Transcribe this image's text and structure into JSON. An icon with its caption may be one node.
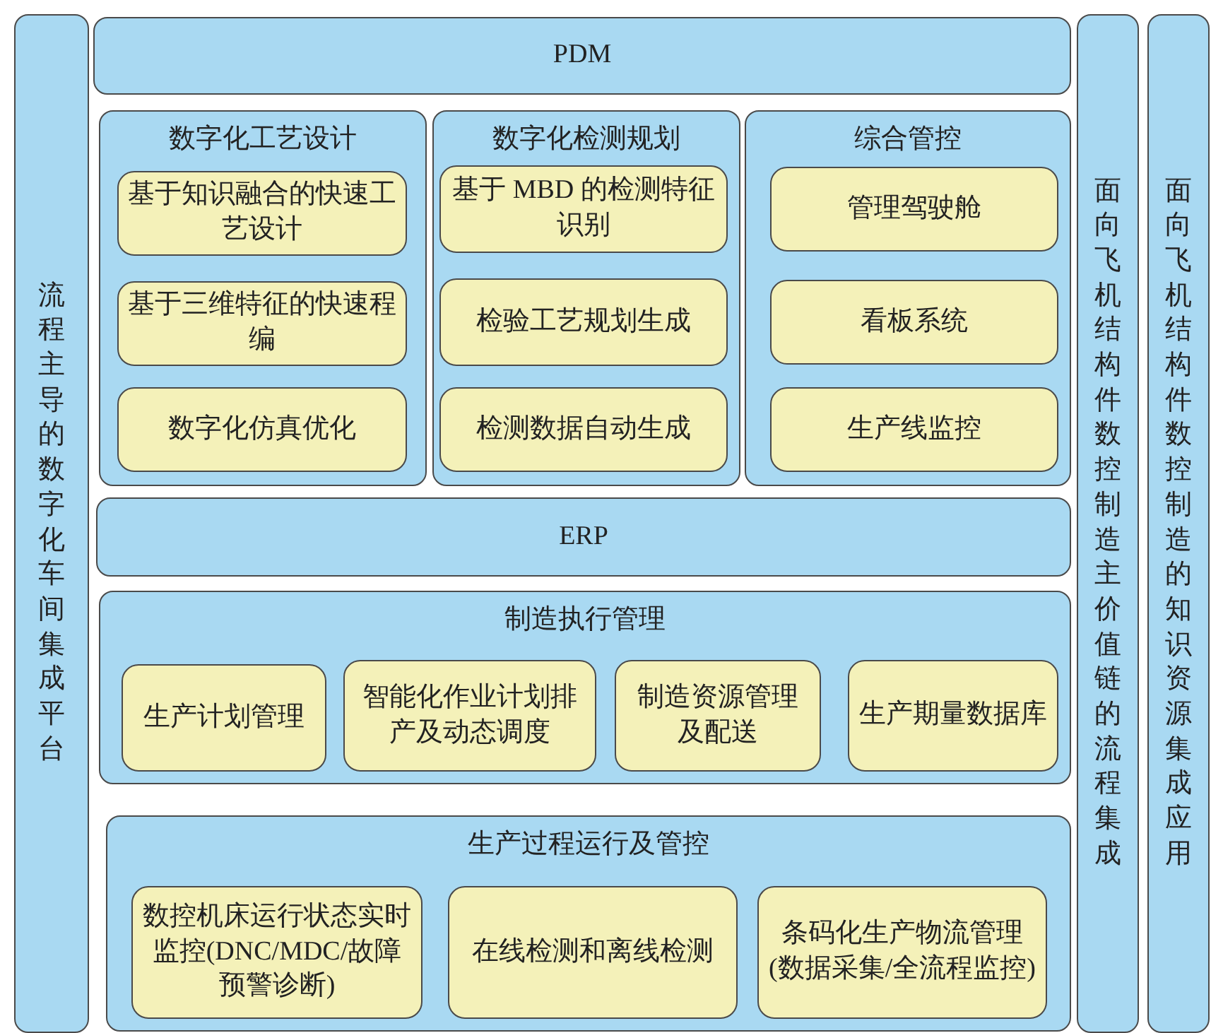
{
  "diagram": {
    "nodes": [
      {
        "text": [
          "流程主导的数字化车间集成平台"
        ]
      },
      {
        "text": [
          "PDM"
        ]
      },
      {
        "text": [
          "数字化工艺设计"
        ]
      },
      {
        "text": [
          "基于知识融合的快速工艺设计"
        ],
        "in": 2
      },
      {
        "text": [
          "基于三维特征的快速程编"
        ],
        "in": 2
      },
      {
        "text": [
          "数字化仿真优化"
        ],
        "in": 2
      },
      {
        "text": [
          "数字化检测规划"
        ]
      },
      {
        "text": [
          "基于 MBD 的检测特征识别"
        ],
        "in": 6
      },
      {
        "text": [
          "检验工艺规划生成"
        ],
        "in": 6
      },
      {
        "text": [
          "检测数据自动生成"
        ],
        "in": 6
      },
      {
        "text": [
          "综合管控"
        ]
      },
      {
        "text": [
          "管理驾驶舱"
        ],
        "in": 10
      },
      {
        "text": [
          "看板系统"
        ],
        "in": 10
      },
      {
        "text": [
          "生产线监控"
        ],
        "in": 10
      },
      {
        "text": [
          "ERP"
        ]
      },
      {
        "text": [
          "制造执行管理"
        ]
      },
      {
        "text": [
          "生产计划管理"
        ],
        "in": 15
      },
      {
        "text": [
          "智能化作业计划排产及动态调度"
        ],
        "in": 15
      },
      {
        "text": [
          "制造资源管理及配送"
        ],
        "in": 15
      },
      {
        "text": [
          "生产期量数据库"
        ],
        "in": 15
      },
      {
        "text": [
          "生产过程运行及管控"
        ]
      },
      {
        "text": [
          "数控机床运行状态实时监控(DNC/MDC/故障预警诊断)"
        ],
        "in": 20
      },
      {
        "text": [
          "在线检测和离线检测"
        ],
        "in": 20
      },
      {
        "text": [
          "条码化生产物流管理(数据采集/全流程监控)"
        ],
        "in": 20
      },
      {
        "text": [
          "面向飞机结构件数控制造主价值链的流程集成"
        ]
      },
      {
        "text": [
          "面向飞机结构件数控制造的知识资源集成应用"
        ]
      }
    ]
  }
}
